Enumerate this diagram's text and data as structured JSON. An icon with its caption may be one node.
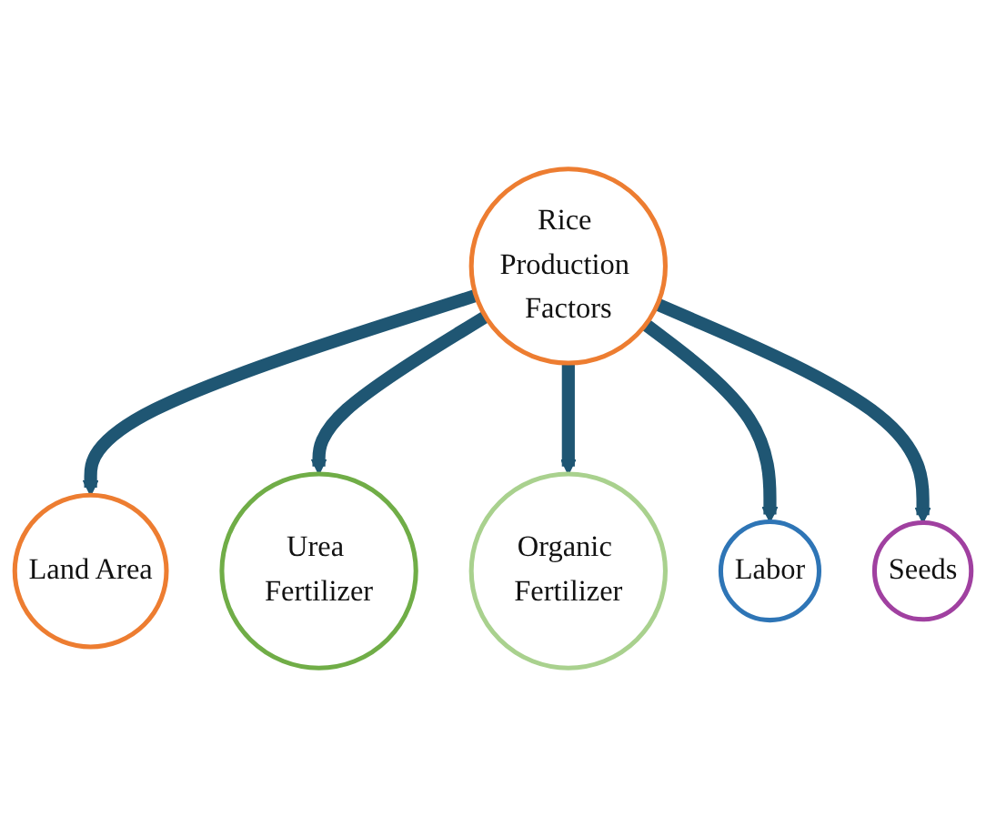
{
  "diagram": {
    "nodes": [
      {
        "text": [
          "Rice Production Factors"
        ]
      },
      {
        "text": [
          "Land Area"
        ]
      },
      {
        "text": [
          "Urea Fertilizer"
        ]
      },
      {
        "text": [
          "Organic Fertilizer"
        ]
      },
      {
        "text": [
          "Labor"
        ]
      },
      {
        "text": [
          "Seeds"
        ]
      }
    ],
    "edges": [
      {
        "from": 0,
        "to": 1,
        "arrow": "to"
      },
      {
        "from": 0,
        "to": 2,
        "arrow": "to"
      },
      {
        "from": 0,
        "to": 3,
        "arrow": "to"
      },
      {
        "from": 0,
        "to": 4,
        "arrow": "to"
      },
      {
        "from": 0,
        "to": 5,
        "arrow": "to"
      }
    ]
  }
}
